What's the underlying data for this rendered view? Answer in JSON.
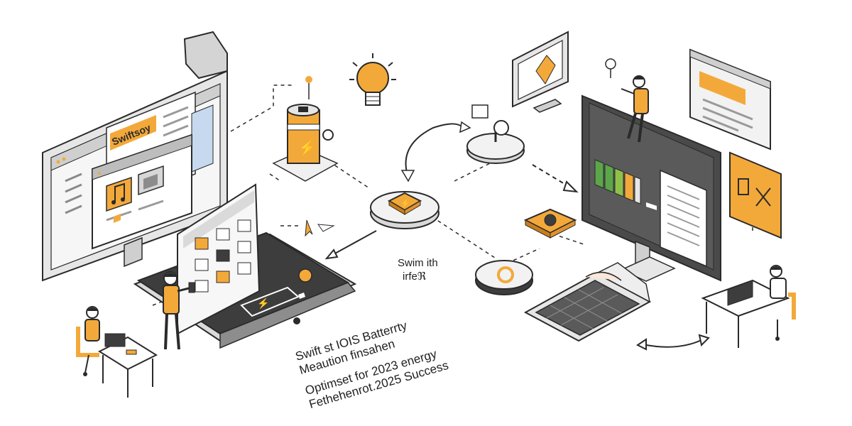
{
  "colors": {
    "accent": "#f3a93a",
    "dark": "#3f3f3f",
    "stroke": "#2a2a2a",
    "light": "#eaeaea",
    "white": "#ffffff"
  },
  "left_monitor": {
    "banner_text": "Swiftsoy"
  },
  "hub": {
    "label_line1": "Swim ith",
    "label_line2": "irfeℜ"
  },
  "caption": {
    "line1": "Swift st IOIS Batterrty",
    "line2": "Meaution finsahen",
    "line3": "Optimset for 2023 energy",
    "line4": "Fethehenrot.2025 Success"
  },
  "icons": [
    "monitor-icon",
    "battery-icon",
    "lightbulb-icon",
    "cpu-chip-icon",
    "gear-icon",
    "music-icon",
    "folder-icon",
    "person-icon"
  ]
}
